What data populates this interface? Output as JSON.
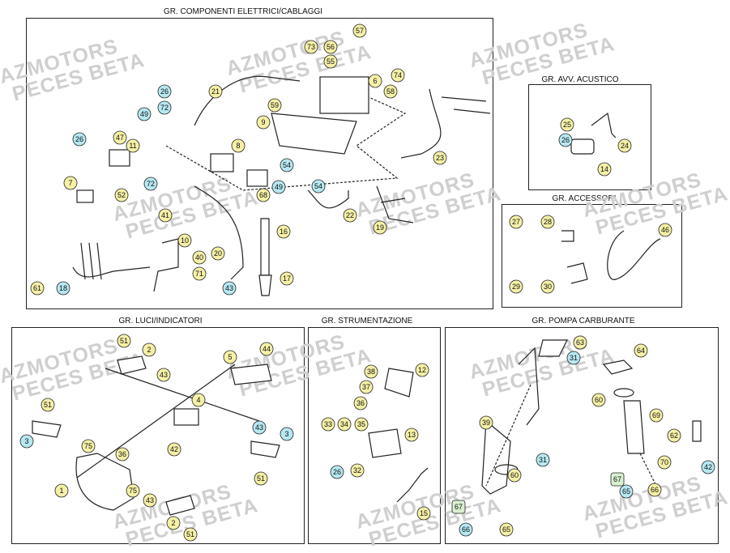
{
  "colors": {
    "label_fill": "#f5f0a6",
    "label_fill_alt": "#b6e8f2",
    "line": "#222222",
    "watermark": "#cfcfcf"
  },
  "watermark": {
    "line1": "AZMOTORS",
    "line2": "PECES BETA"
  },
  "panels": {
    "electrical": "GR. COMPONENTI ELETTRICI/CABLAGGI",
    "horn": "GR. AVV. ACUSTICO",
    "accessories": "GR. ACCESSORI",
    "lights": "GR. LUCI/INDICATORI",
    "instruments": "GR. STRUMENTAZIONE",
    "fuel_pump": "GR. POMPA CARBURANTE"
  },
  "callouts": [
    {
      "n": "73",
      "c": "y"
    },
    {
      "n": "57",
      "c": "y"
    },
    {
      "n": "56",
      "c": "y"
    },
    {
      "n": "55",
      "c": "y"
    },
    {
      "n": "74",
      "c": "y"
    },
    {
      "n": "6",
      "c": "y"
    },
    {
      "n": "58",
      "c": "y"
    },
    {
      "n": "21",
      "c": "y"
    },
    {
      "n": "26",
      "c": "b"
    },
    {
      "n": "72",
      "c": "b"
    },
    {
      "n": "59",
      "c": "y"
    },
    {
      "n": "49",
      "c": "b"
    },
    {
      "n": "9",
      "c": "y"
    },
    {
      "n": "26",
      "c": "b"
    },
    {
      "n": "47",
      "c": "y"
    },
    {
      "n": "11",
      "c": "y"
    },
    {
      "n": "8",
      "c": "y"
    },
    {
      "n": "54",
      "c": "b"
    },
    {
      "n": "23",
      "c": "y"
    },
    {
      "n": "72",
      "c": "b"
    },
    {
      "n": "68",
      "c": "y"
    },
    {
      "n": "49",
      "c": "b"
    },
    {
      "n": "54",
      "c": "b"
    },
    {
      "n": "7",
      "c": "y"
    },
    {
      "n": "52",
      "c": "y"
    },
    {
      "n": "41",
      "c": "y"
    },
    {
      "n": "22",
      "c": "y"
    },
    {
      "n": "19",
      "c": "y"
    },
    {
      "n": "16",
      "c": "y"
    },
    {
      "n": "10",
      "c": "y"
    },
    {
      "n": "20",
      "c": "y"
    },
    {
      "n": "40",
      "c": "y"
    },
    {
      "n": "71",
      "c": "y"
    },
    {
      "n": "61",
      "c": "y"
    },
    {
      "n": "18",
      "c": "b"
    },
    {
      "n": "43",
      "c": "b"
    },
    {
      "n": "17",
      "c": "y"
    },
    {
      "n": "25",
      "c": "y"
    },
    {
      "n": "26",
      "c": "b"
    },
    {
      "n": "24",
      "c": "y"
    },
    {
      "n": "14",
      "c": "y"
    },
    {
      "n": "27",
      "c": "y"
    },
    {
      "n": "28",
      "c": "y"
    },
    {
      "n": "46",
      "c": "y"
    },
    {
      "n": "29",
      "c": "y"
    },
    {
      "n": "30",
      "c": "y"
    },
    {
      "n": "51",
      "c": "y"
    },
    {
      "n": "2",
      "c": "y"
    },
    {
      "n": "44",
      "c": "y"
    },
    {
      "n": "5",
      "c": "y"
    },
    {
      "n": "43",
      "c": "y"
    },
    {
      "n": "4",
      "c": "y"
    },
    {
      "n": "51",
      "c": "y"
    },
    {
      "n": "3",
      "c": "b"
    },
    {
      "n": "75",
      "c": "y"
    },
    {
      "n": "36",
      "c": "y"
    },
    {
      "n": "42",
      "c": "y"
    },
    {
      "n": "43",
      "c": "b"
    },
    {
      "n": "3",
      "c": "b"
    },
    {
      "n": "1",
      "c": "y"
    },
    {
      "n": "75",
      "c": "y"
    },
    {
      "n": "51",
      "c": "y"
    },
    {
      "n": "43",
      "c": "y"
    },
    {
      "n": "2",
      "c": "y"
    },
    {
      "n": "51",
      "c": "y"
    },
    {
      "n": "38",
      "c": "y"
    },
    {
      "n": "12",
      "c": "y"
    },
    {
      "n": "37",
      "c": "y"
    },
    {
      "n": "36",
      "c": "y"
    },
    {
      "n": "33",
      "c": "y"
    },
    {
      "n": "34",
      "c": "y"
    },
    {
      "n": "35",
      "c": "y"
    },
    {
      "n": "13",
      "c": "y"
    },
    {
      "n": "26",
      "c": "b"
    },
    {
      "n": "32",
      "c": "y"
    },
    {
      "n": "15",
      "c": "y"
    },
    {
      "n": "63",
      "c": "y"
    },
    {
      "n": "64",
      "c": "y"
    },
    {
      "n": "31",
      "c": "b"
    },
    {
      "n": "60",
      "c": "y"
    },
    {
      "n": "39",
      "c": "y"
    },
    {
      "n": "69",
      "c": "y"
    },
    {
      "n": "62",
      "c": "y"
    },
    {
      "n": "70",
      "c": "y"
    },
    {
      "n": "31",
      "c": "b"
    },
    {
      "n": "60",
      "c": "y"
    },
    {
      "n": "42",
      "c": "b"
    },
    {
      "n": "67",
      "c": "g"
    },
    {
      "n": "65",
      "c": "b"
    },
    {
      "n": "66",
      "c": "y"
    },
    {
      "n": "67",
      "c": "g"
    },
    {
      "n": "66",
      "c": "b"
    },
    {
      "n": "65",
      "c": "y"
    }
  ]
}
